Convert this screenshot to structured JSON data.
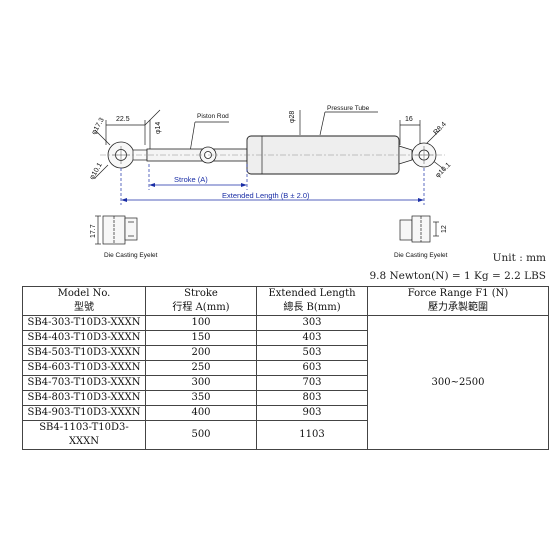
{
  "drawing": {
    "dim_22_5": "22.5",
    "dim_14": "φ14",
    "piston_rod": "Piston Rod",
    "dim_28": "φ28",
    "pressure_tube": "Pressure Tube",
    "dim_16": "16",
    "dim_8_4": "R8.4",
    "dim_17_3": "φ17.3",
    "dim_10_1_left": "φ10.1",
    "dim_10_1_right": "φ10.1",
    "stroke_label": "Stroke (A)",
    "extended_label": "Extended Length (B ± 2.0)",
    "dim_17_7": "17.7",
    "dim_12": "12",
    "eyelet_left": "Die Casting Eyelet",
    "eyelet_right": "Die Casting Eyelet"
  },
  "unit": "Unit : mm",
  "conversion": "9.8 Newton(N) = 1 Kg = 2.2 LBS",
  "table": {
    "headers": [
      {
        "main": "Model No.",
        "sub": "型號"
      },
      {
        "main": "Stroke",
        "sub": "行程 A(mm)"
      },
      {
        "main": "Extended Length",
        "sub": "總長 B(mm)"
      },
      {
        "main": "Force Range F1 (N)",
        "sub": "壓力承製範圍"
      }
    ],
    "rows": [
      {
        "model": "SB4-303-T10D3-XXXN",
        "stroke": "100",
        "length": "303"
      },
      {
        "model": "SB4-403-T10D3-XXXN",
        "stroke": "150",
        "length": "403"
      },
      {
        "model": "SB4-503-T10D3-XXXN",
        "stroke": "200",
        "length": "503"
      },
      {
        "model": "SB4-603-T10D3-XXXN",
        "stroke": "250",
        "length": "603"
      },
      {
        "model": "SB4-703-T10D3-XXXN",
        "stroke": "300",
        "length": "703"
      },
      {
        "model": "SB4-803-T10D3-XXXN",
        "stroke": "350",
        "length": "803"
      },
      {
        "model": "SB4-903-T10D3-XXXN",
        "stroke": "400",
        "length": "903"
      },
      {
        "model": "SB4-1103-T10D3-XXXN",
        "stroke": "500",
        "length": "1103"
      }
    ],
    "force_range": "300~2500"
  }
}
